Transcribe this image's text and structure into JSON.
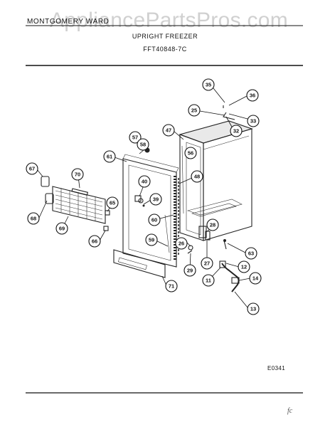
{
  "header": {
    "brand": "MONTGOMERY WARD",
    "watermark": "AppliancePartsPros.com",
    "title": "UPRIGHT FREEZER",
    "model": "FFT40848-7C"
  },
  "diagram_code": "E0341",
  "footer_mark": "fc",
  "callouts": [
    {
      "id": "35",
      "label": "35"
    },
    {
      "id": "36",
      "label": "36"
    },
    {
      "id": "25",
      "label": "25"
    },
    {
      "id": "33",
      "label": "33"
    },
    {
      "id": "32",
      "label": "32"
    },
    {
      "id": "47",
      "label": "47"
    },
    {
      "id": "57",
      "label": "57"
    },
    {
      "id": "58",
      "label": "58"
    },
    {
      "id": "56",
      "label": "56"
    },
    {
      "id": "61",
      "label": "61"
    },
    {
      "id": "67",
      "label": "67"
    },
    {
      "id": "70",
      "label": "70"
    },
    {
      "id": "40",
      "label": "40"
    },
    {
      "id": "48",
      "label": "48"
    },
    {
      "id": "39",
      "label": "39"
    },
    {
      "id": "65",
      "label": "65"
    },
    {
      "id": "68",
      "label": "68"
    },
    {
      "id": "69",
      "label": "69"
    },
    {
      "id": "60",
      "label": "60"
    },
    {
      "id": "28",
      "label": "28"
    },
    {
      "id": "66",
      "label": "66"
    },
    {
      "id": "59",
      "label": "59"
    },
    {
      "id": "26",
      "label": "26"
    },
    {
      "id": "63",
      "label": "63"
    },
    {
      "id": "27",
      "label": "27"
    },
    {
      "id": "12",
      "label": "12"
    },
    {
      "id": "29",
      "label": "29"
    },
    {
      "id": "11",
      "label": "11"
    },
    {
      "id": "14",
      "label": "14"
    },
    {
      "id": "71",
      "label": "71"
    },
    {
      "id": "13",
      "label": "13"
    }
  ]
}
